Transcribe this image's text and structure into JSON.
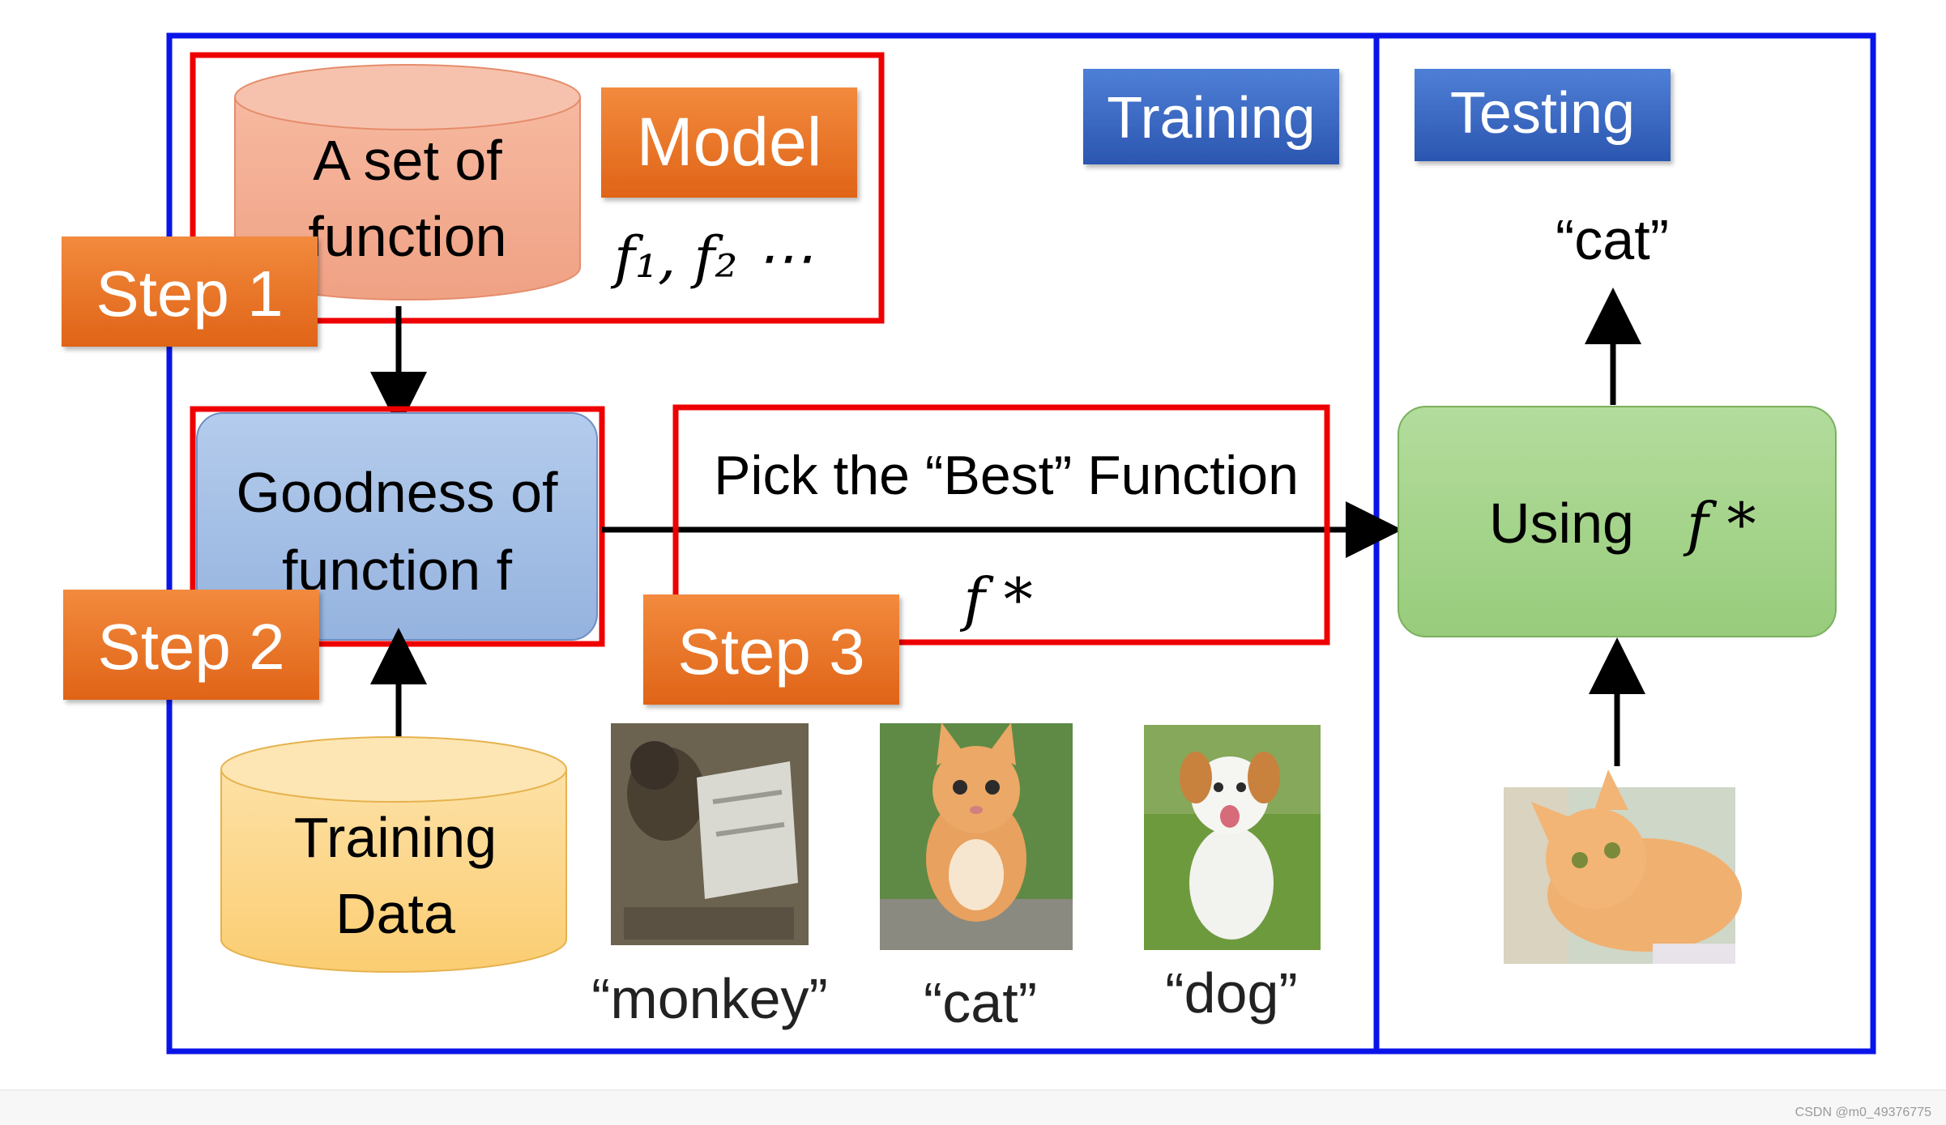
{
  "labels": {
    "training": "Training",
    "testing": "Testing",
    "model": "Model",
    "set_line1": "A set of",
    "set_line2": "function",
    "functions": "f₁, f₂ ⋯",
    "goodness_line1": "Goodness of",
    "goodness_line2": "function f",
    "pick": "Pick the “Best” Function",
    "fstar": "f *",
    "using": "Using",
    "using_f": "f *",
    "cat_output": "“cat”",
    "training_data_line1": "Training",
    "training_data_line2": "Data",
    "step1": "Step 1",
    "step2": "Step 2",
    "step3": "Step 3",
    "monkey": "“monkey”",
    "cat": "“cat”",
    "dog": "“dog”",
    "watermark": "CSDN @m0_49376775"
  },
  "colors": {
    "blue_frame": "#0a14e8",
    "red_frame": "#ee0000",
    "orange_tag": "#ea7023",
    "blue_tag": "#2f5fbf",
    "goodness_box": "#a8c2e6",
    "using_box": "#a7d58b",
    "set_cylinder": "#f2a98d",
    "data_cylinder": "#fcd27e"
  }
}
